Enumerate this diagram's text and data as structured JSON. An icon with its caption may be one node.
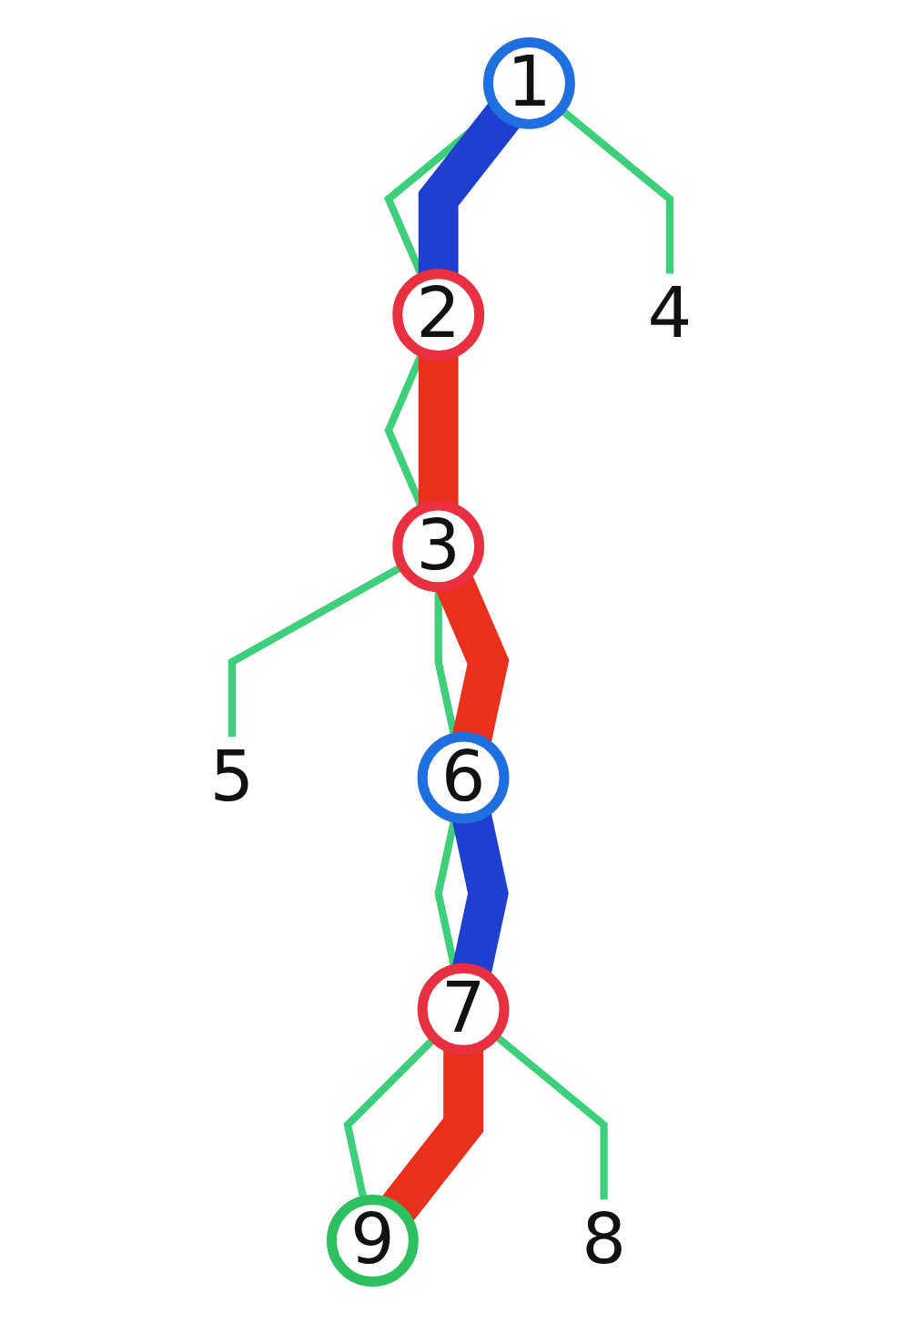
{
  "diagram": {
    "nodes": [
      {
        "text": [
          "1"
        ]
      },
      {
        "text": [
          "2"
        ]
      },
      {
        "text": [
          "3"
        ]
      },
      {
        "text": [
          "4"
        ]
      },
      {
        "text": [
          "5"
        ]
      },
      {
        "text": [
          "6"
        ]
      },
      {
        "text": [
          "7"
        ]
      },
      {
        "text": [
          "8"
        ]
      },
      {
        "text": [
          "9"
        ]
      }
    ],
    "edges": [
      {
        "from": 0,
        "to": 3,
        "arrow": "none"
      },
      {
        "from": 0,
        "to": 1,
        "arrow": "none"
      },
      {
        "from": 1,
        "to": 2,
        "arrow": "none"
      },
      {
        "from": 2,
        "to": 5,
        "arrow": "none"
      },
      {
        "from": 2,
        "to": 4,
        "arrow": "none"
      },
      {
        "from": 5,
        "to": 6,
        "arrow": "none"
      },
      {
        "from": 6,
        "to": 8,
        "arrow": "none"
      },
      {
        "from": 6,
        "to": 7,
        "arrow": "none"
      },
      {
        "from": 0,
        "to": 1,
        "arrow": "none",
        "style": "thick",
        "color": "#1f3fd0"
      },
      {
        "from": 1,
        "to": 2,
        "arrow": "none",
        "style": "thick",
        "color": "#e8301c"
      },
      {
        "from": 2,
        "to": 5,
        "arrow": "none",
        "style": "thick",
        "color": "#e8301c"
      },
      {
        "from": 5,
        "to": 6,
        "arrow": "none",
        "style": "thick",
        "color": "#1f3fd0"
      },
      {
        "from": 6,
        "to": 8,
        "arrow": "none",
        "style": "thick",
        "color": "#e8301c"
      }
    ]
  }
}
